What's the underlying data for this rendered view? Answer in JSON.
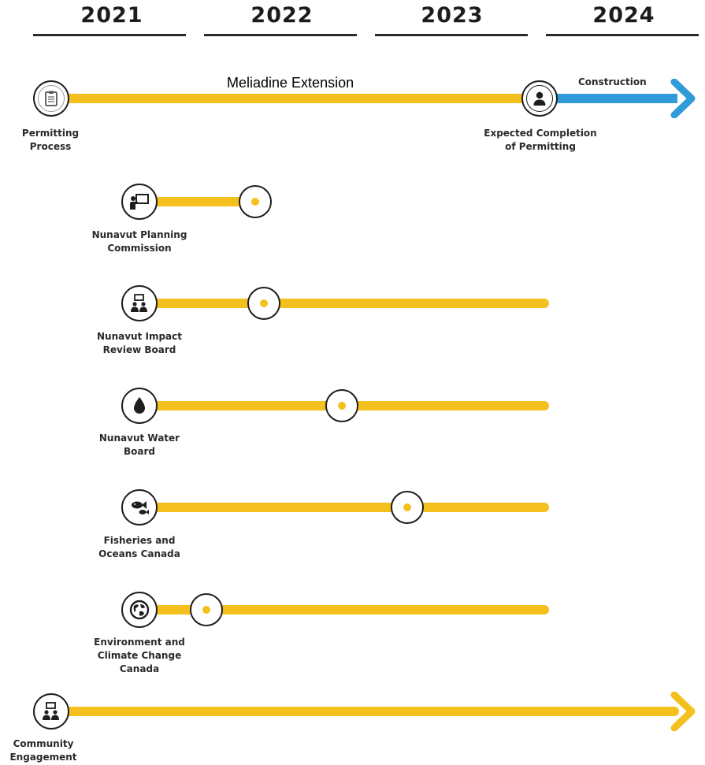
{
  "years": [
    "2021",
    "2022",
    "2023",
    "2024"
  ],
  "main_track": {
    "title": "Meliadine Extension",
    "start_label": "Permitting\nProcess",
    "end_label": "Expected Completion\nof Permitting",
    "construction_label": "Construction",
    "icons": {
      "start": "clipboard-icon",
      "end": "person-icon"
    }
  },
  "agencies": [
    {
      "label": "Nunavut Planning\nCommission",
      "icon": "presentation-board-icon"
    },
    {
      "label": "Nunavut Impact\nReview Board",
      "icon": "meeting-people-icon"
    },
    {
      "label": "Nunavut Water\nBoard",
      "icon": "water-drop-icon"
    },
    {
      "label": "Fisheries and\nOceans Canada",
      "icon": "fish-icon"
    },
    {
      "label": "Environment and\nClimate Change\nCanada",
      "icon": "globe-icon"
    }
  ],
  "community": {
    "label": "Community\nEngagement",
    "icon": "community-meeting-icon"
  },
  "colors": {
    "track": "#F4C01E",
    "construction": "#2F9BD8",
    "ink": "#1e1e1e"
  }
}
